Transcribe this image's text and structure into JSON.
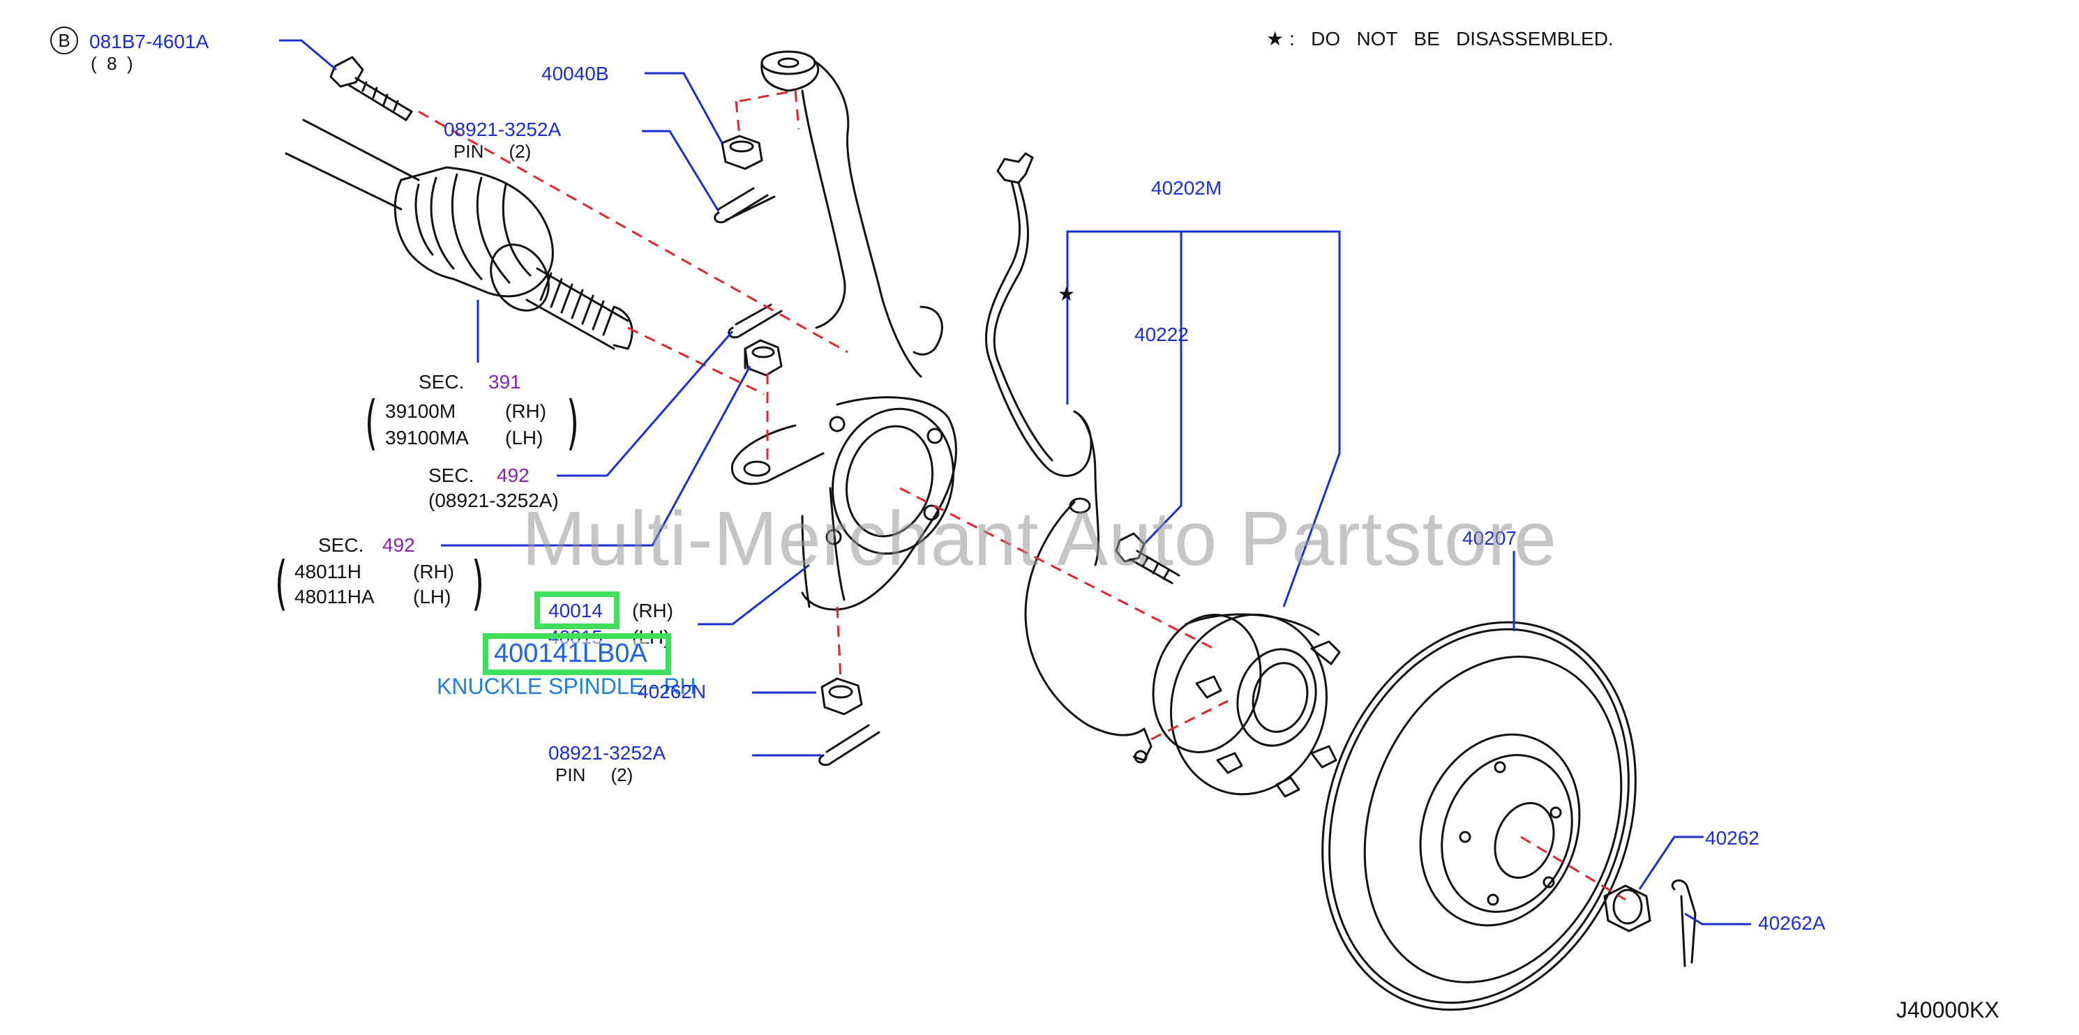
{
  "note": {
    "star": "★",
    "text": ":   DO   NOT   BE   DISASSEMBLED."
  },
  "diagram_code": "J40000KX",
  "watermark": "Multi-Merchant Auto Partstore",
  "star_mark": "★",
  "bolt": {
    "circle_letter": "B",
    "part": "081B7-4601A",
    "qty": "(  8  )"
  },
  "pin_top": {
    "part": "08921-3252A",
    "desc": "PIN     (2)"
  },
  "nut_top": {
    "part": "40040B"
  },
  "kit": {
    "part": "40202M"
  },
  "sensor": {
    "part": "40222"
  },
  "rotor": {
    "part": "40207"
  },
  "axle_nut": {
    "part": "40262"
  },
  "axle_pin": {
    "part": "40262A"
  },
  "driveshaft": {
    "sec_label": "SEC.",
    "sec_num": "391",
    "rh_part": "39100M",
    "rh_side": "(RH)",
    "lh_part": "39100MA",
    "lh_side": "(LH)"
  },
  "sec492_a": {
    "sec_label": "SEC.",
    "sec_num": "492",
    "sub": "(08921-3252A)"
  },
  "sec492_b": {
    "sec_label": "SEC.",
    "sec_num": "492",
    "rh_part": "48011H",
    "rh_side": "(RH)",
    "lh_part": "48011HA",
    "lh_side": "(LH)"
  },
  "knuckle": {
    "rh_part": "40014",
    "rh_side": "(RH)",
    "lh_part": "40015",
    "lh_side": "(LH)"
  },
  "highlight": {
    "part_number": "400141LB0A",
    "caption": "KNUCKLE SPINDLE - RH"
  },
  "nut_lower": {
    "part": "40262N"
  },
  "pin_lower": {
    "part": "08921-3252A",
    "desc": "PIN     (2)"
  },
  "colors": {
    "label_blue": "#1a2fd0",
    "section_purple": "#8a1fb8",
    "dash_red": "#e0262b",
    "highlight_green": "#3ee05a",
    "caption_blue": "#1f7fe0"
  }
}
